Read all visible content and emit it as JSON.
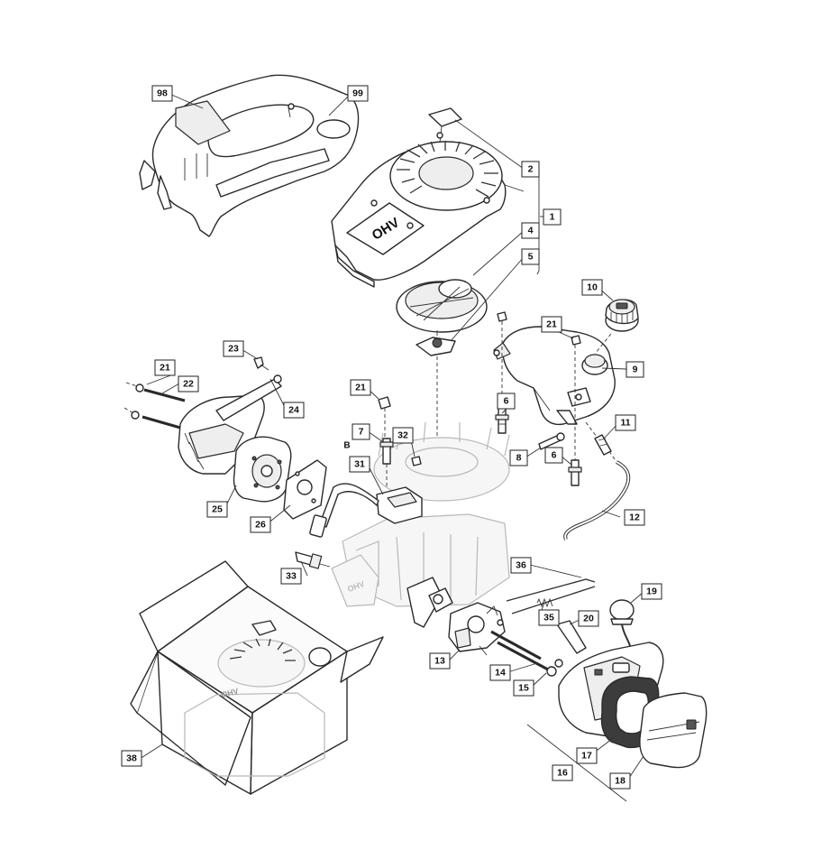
{
  "callouts": [
    {
      "id": "98",
      "label": "98"
    },
    {
      "id": "99",
      "label": "99"
    },
    {
      "id": "2",
      "label": "2"
    },
    {
      "id": "1",
      "label": "1"
    },
    {
      "id": "4",
      "label": "4"
    },
    {
      "id": "5",
      "label": "5"
    },
    {
      "id": "10",
      "label": "10"
    },
    {
      "id": "21a",
      "label": "21"
    },
    {
      "id": "9",
      "label": "9"
    },
    {
      "id": "23",
      "label": "23"
    },
    {
      "id": "21b",
      "label": "21"
    },
    {
      "id": "22",
      "label": "22"
    },
    {
      "id": "24",
      "label": "24"
    },
    {
      "id": "21c",
      "label": "21"
    },
    {
      "id": "6a",
      "label": "6"
    },
    {
      "id": "11",
      "label": "11"
    },
    {
      "id": "7",
      "label": "7"
    },
    {
      "id": "32",
      "label": "32"
    },
    {
      "id": "8",
      "label": "8"
    },
    {
      "id": "6b",
      "label": "6"
    },
    {
      "id": "31",
      "label": "31"
    },
    {
      "id": "25",
      "label": "25"
    },
    {
      "id": "26",
      "label": "26"
    },
    {
      "id": "12",
      "label": "12"
    },
    {
      "id": "36",
      "label": "36"
    },
    {
      "id": "33",
      "label": "33"
    },
    {
      "id": "19",
      "label": "19"
    },
    {
      "id": "35",
      "label": "35"
    },
    {
      "id": "20",
      "label": "20"
    },
    {
      "id": "13",
      "label": "13"
    },
    {
      "id": "14",
      "label": "14"
    },
    {
      "id": "15",
      "label": "15"
    },
    {
      "id": "38",
      "label": "38"
    },
    {
      "id": "17",
      "label": "17"
    },
    {
      "id": "16",
      "label": "16"
    },
    {
      "id": "18",
      "label": "18"
    }
  ],
  "reference_mark": "B",
  "cover_logo": "OHV",
  "carton_logo": "OHV"
}
